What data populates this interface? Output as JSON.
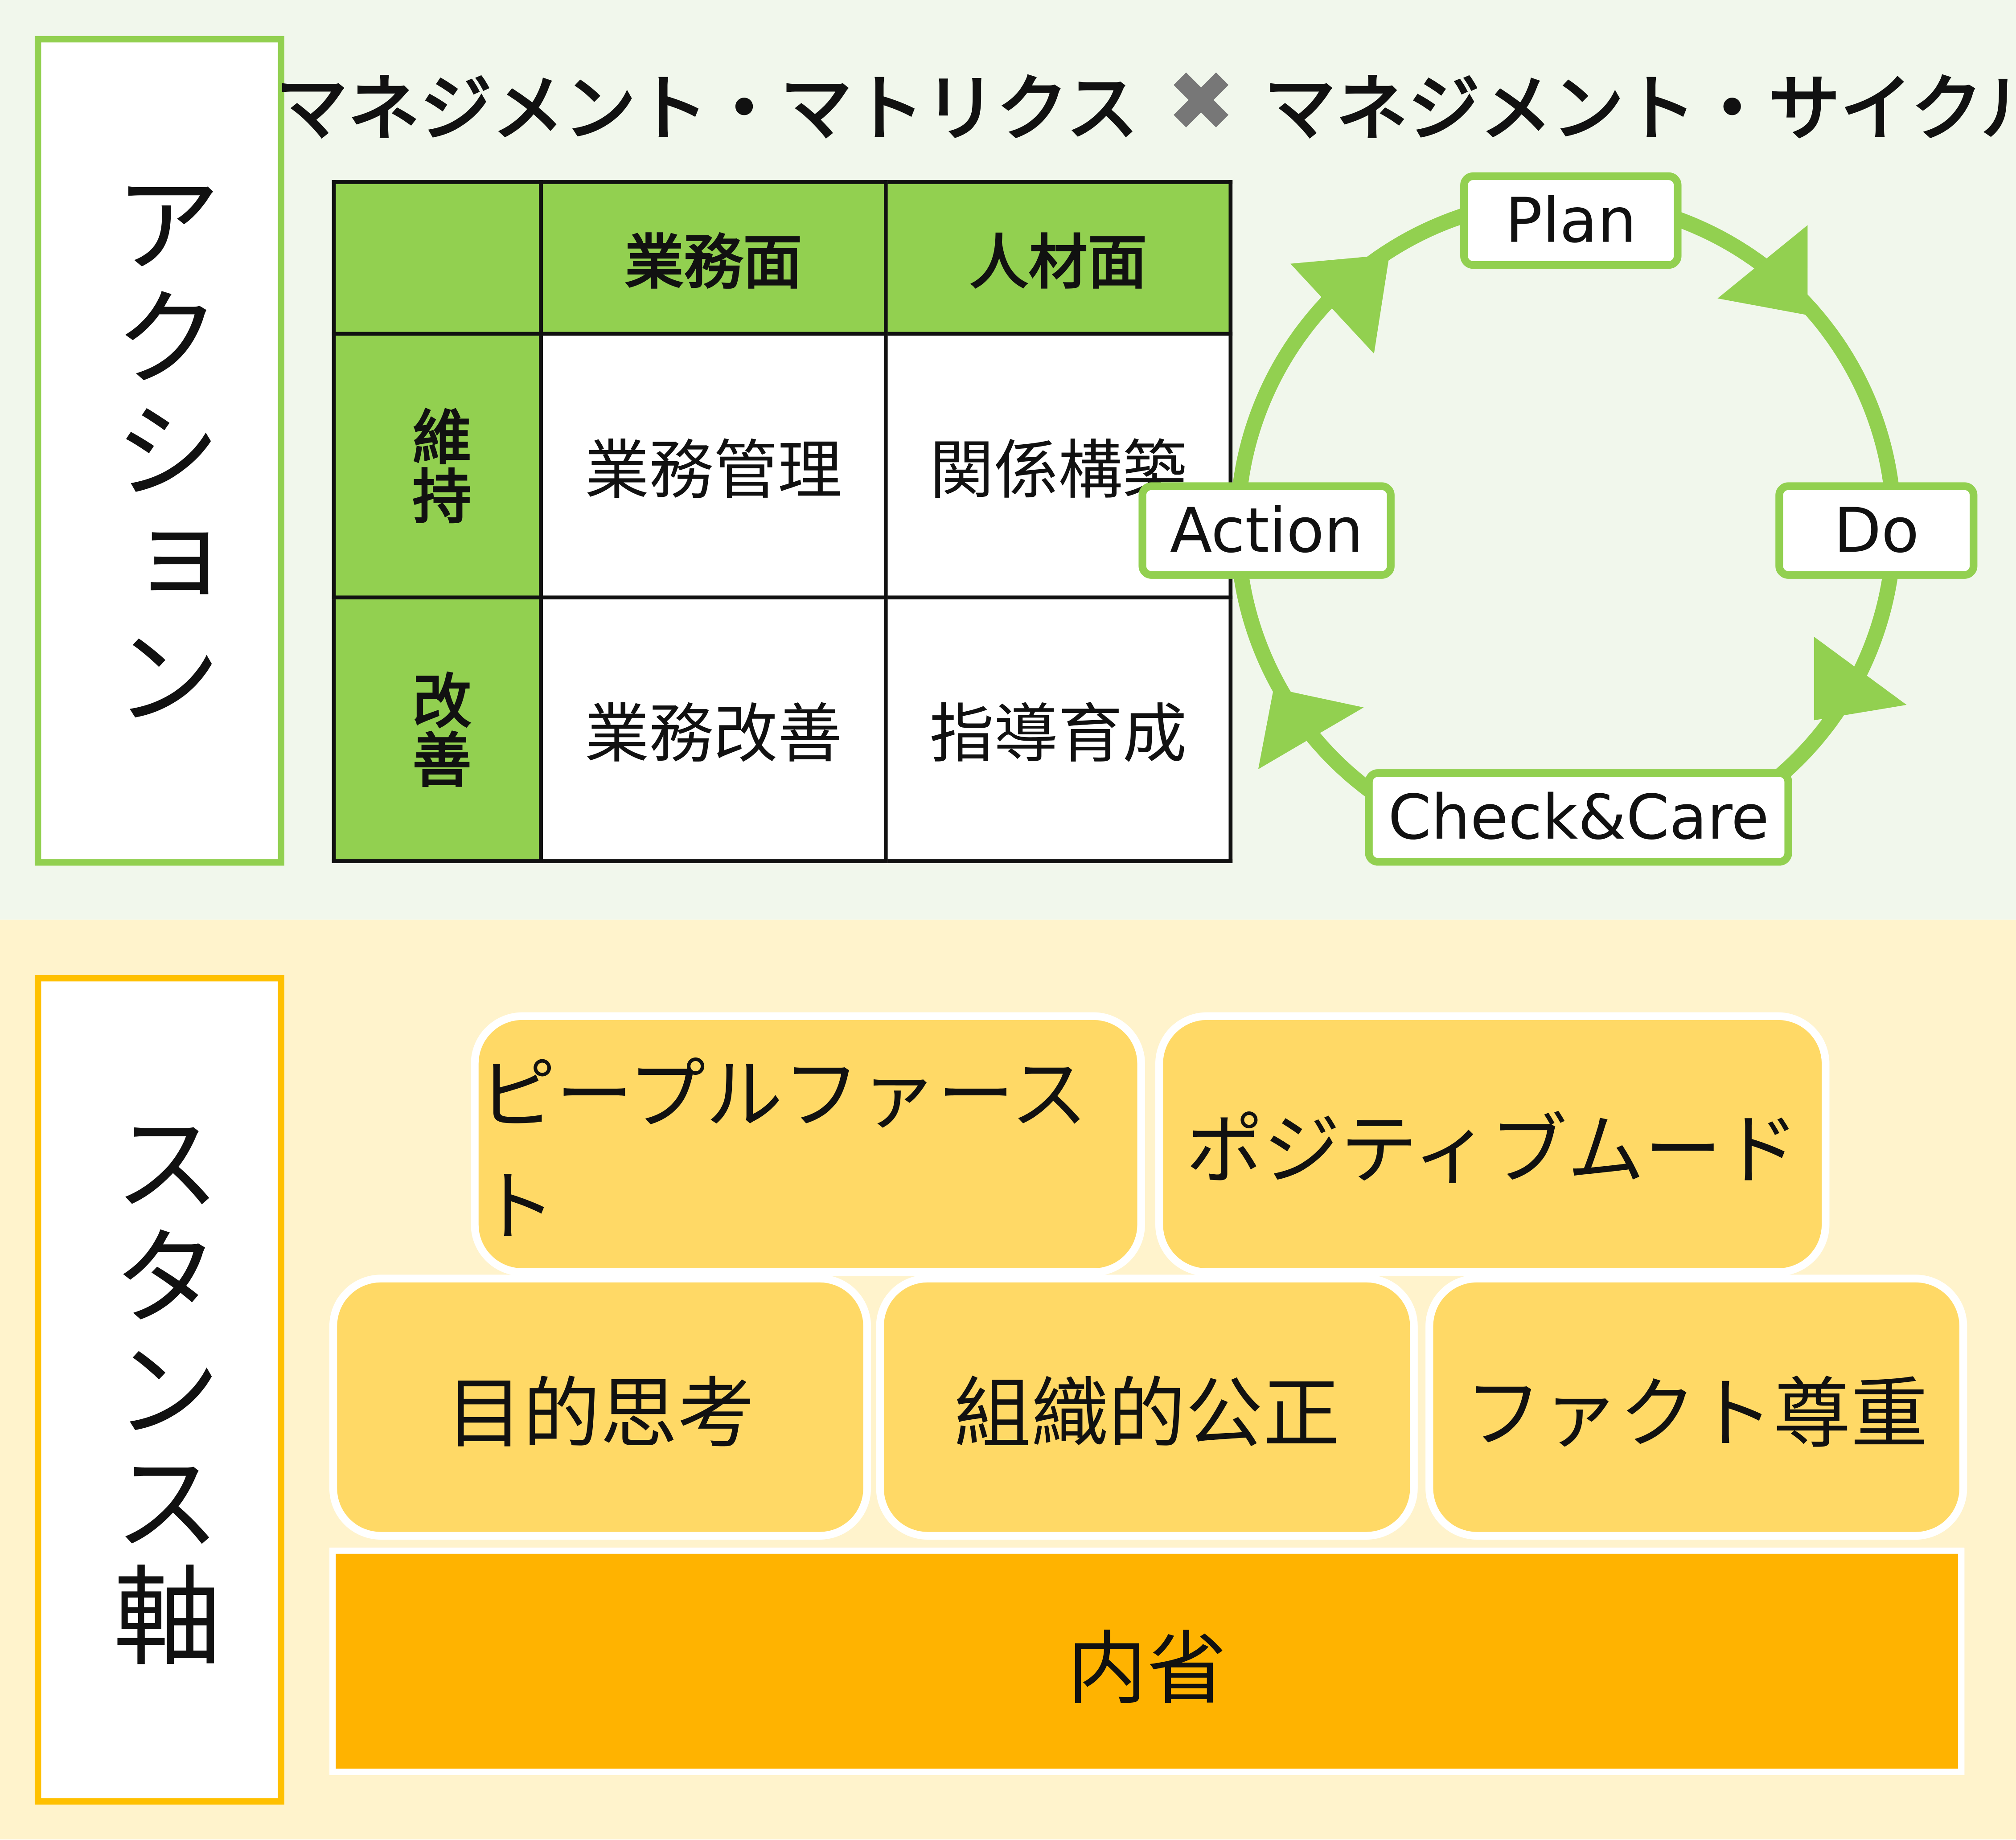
{
  "action_panel": {
    "side_label": "アクション",
    "title_left": "マネジメント・マトリクス",
    "title_sep": "✖",
    "title_right": "マネジメント・サイクル",
    "matrix": {
      "col_headers": [
        "業務面",
        "人材面"
      ],
      "rows": [
        {
          "header": "維持",
          "cells": [
            "業務管理",
            "関係構築"
          ]
        },
        {
          "header": "改善",
          "cells": [
            "業務改善",
            "指導育成"
          ]
        }
      ]
    },
    "cycle": [
      "Plan",
      "Do",
      "Check&Care",
      "Action"
    ],
    "color": "#92d050"
  },
  "stance_panel": {
    "side_label": "スタンス軸",
    "row1": [
      "ピープルファースト",
      "ポジティブムード"
    ],
    "row2": [
      "目的思考",
      "組織的公正",
      "ファクト尊重"
    ],
    "base": "内省",
    "color": "#ffc000"
  }
}
